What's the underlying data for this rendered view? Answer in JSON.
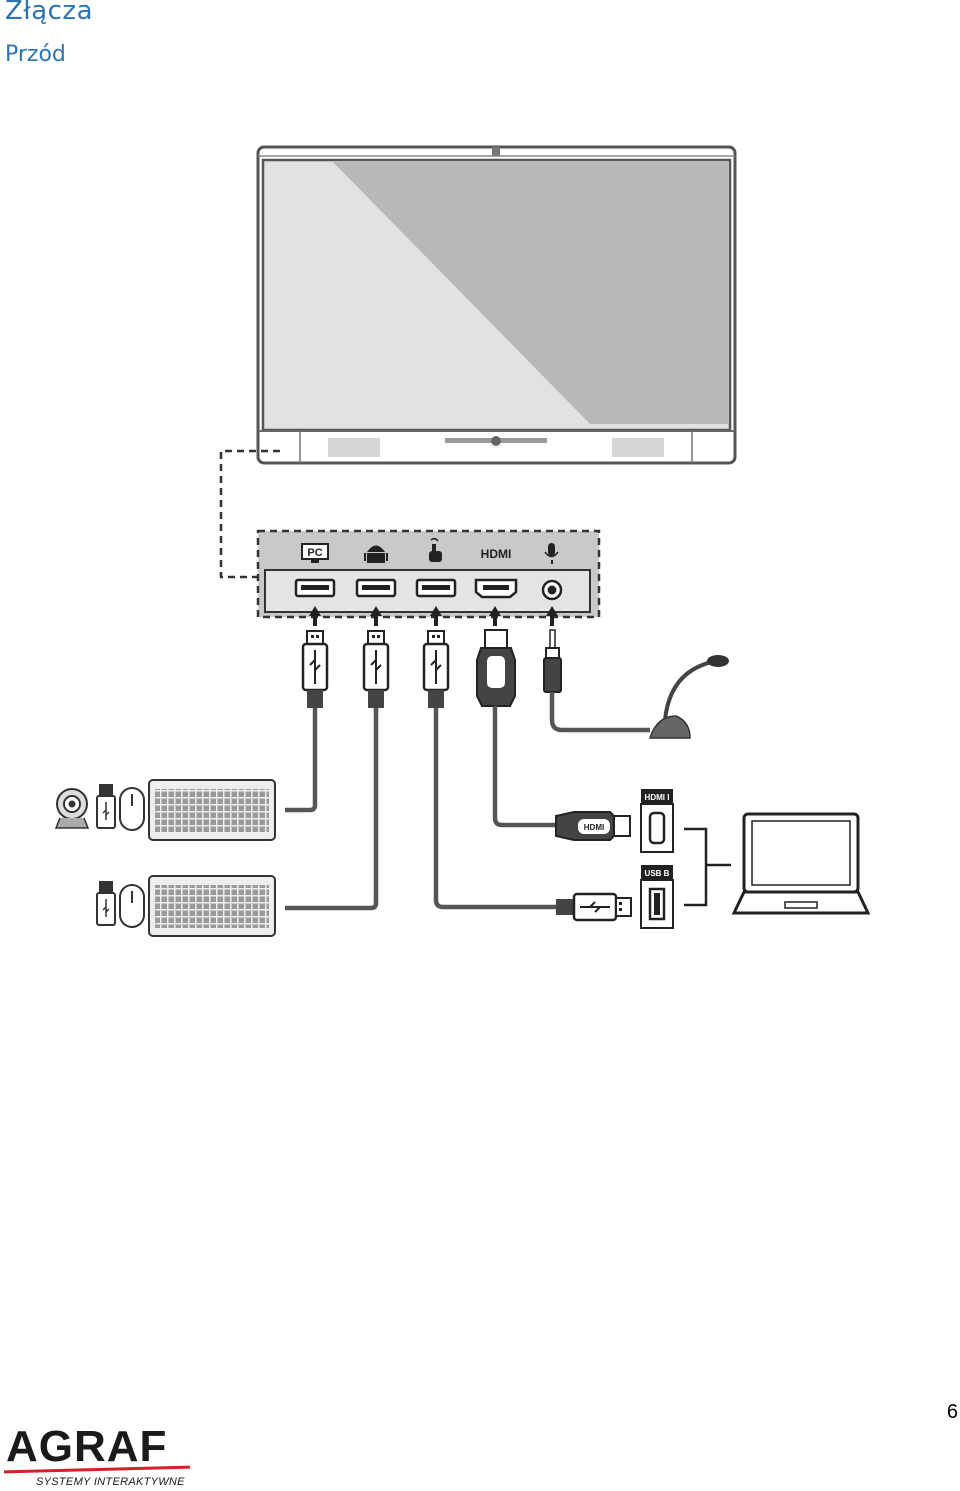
{
  "heading": {
    "title": "Złącza",
    "subtitle": "Przód"
  },
  "ports": {
    "pc_label": "PC",
    "hdmi_label": "HDMI",
    "laptop_hdmi_label": "HDMI I",
    "laptop_usb_label": "USB B",
    "plug_hdmi_label": "HDMI"
  },
  "footer": {
    "page_number": "6",
    "logo_text": "AGRAF",
    "logo_subtext": "SYSTEMY INTERAKTYWNE"
  },
  "colors": {
    "heading": "#2e74b5",
    "logo_red": "#d62027"
  }
}
